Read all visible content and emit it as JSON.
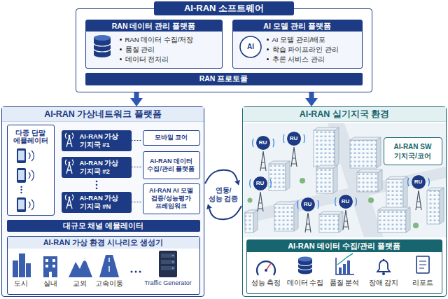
{
  "diagram": {
    "nodes": [
      {
        "text": [
          "AI-RAN 소프트웨어"
        ]
      },
      {
        "text": [
          "RAN 데이터 관리 플랫폼",
          "RAN 데이터 수집/저장",
          "품질 관리",
          "데이터 전처리"
        ],
        "in": 0
      },
      {
        "text": [
          "AI 모델 관리 플랫폼",
          "AI 모델 관리/배포",
          "학습 파이프라인 관리",
          "추론 서비스 관리"
        ],
        "in": 0
      },
      {
        "text": [
          "RAN 프로토콜"
        ],
        "in": 0
      },
      {
        "text": [
          "AI-RAN 가상네트워크 플랫폼"
        ]
      },
      {
        "text": [
          "다중 단말 에뮬레이터"
        ],
        "in": 4
      },
      {
        "text": [
          "AI-RAN 가상 기지국 #1"
        ],
        "in": 4
      },
      {
        "text": [
          "AI-RAN 가상 기지국 #2"
        ],
        "in": 4
      },
      {
        "text": [
          "AI-RAN 가상 기지국 #N"
        ],
        "in": 4
      },
      {
        "text": [
          "모바일 코어"
        ],
        "in": 4
      },
      {
        "text": [
          "AI-RAN 데이터 수집/관리 플랫폼"
        ],
        "in": 4
      },
      {
        "text": [
          "AI-RAN AI 모델 검증/성능평가 프레임워크"
        ],
        "in": 4
      },
      {
        "text": [
          "대규모 채널 에뮬레이터"
        ],
        "in": 4
      },
      {
        "text": [
          "AI-RAN 가상 환경 시나리오 생성기"
        ],
        "in": 4
      },
      {
        "text": [
          "AI-RAN 실기지국 환경"
        ]
      },
      {
        "text": [
          "AI-RAN SW 기지국/코어"
        ],
        "in": 14
      },
      {
        "text": [
          "RU"
        ],
        "in": 14
      },
      {
        "text": [
          "RU"
        ],
        "in": 14
      },
      {
        "text": [
          "RU"
        ],
        "in": 14
      },
      {
        "text": [
          "RU"
        ],
        "in": 14
      },
      {
        "text": [
          "RU"
        ],
        "in": 14
      },
      {
        "text": [
          "RU"
        ],
        "in": 14
      },
      {
        "text": [
          "AI-RAN 데이터 수집/관리 플랫폼"
        ],
        "in": 14
      }
    ],
    "edges": [
      {
        "from": 0,
        "to": 4,
        "arrow": "to"
      },
      {
        "from": 0,
        "to": 14,
        "arrow": "to"
      },
      {
        "from": 4,
        "to": 14,
        "label": "연동/ 성능 검증",
        "arrow": "both"
      },
      {
        "from": 6,
        "to": 9,
        "arrow": "none"
      },
      {
        "from": 7,
        "to": 10,
        "arrow": "none"
      },
      {
        "from": 8,
        "to": 11,
        "arrow": "none"
      }
    ],
    "labels": [
      "AI",
      "도시",
      "실내",
      "교외",
      "고속이동",
      "Traffic Generator",
      "성능 측정",
      "데이터 수집",
      "품질 분석",
      "장애 감지",
      "리포트"
    ]
  }
}
